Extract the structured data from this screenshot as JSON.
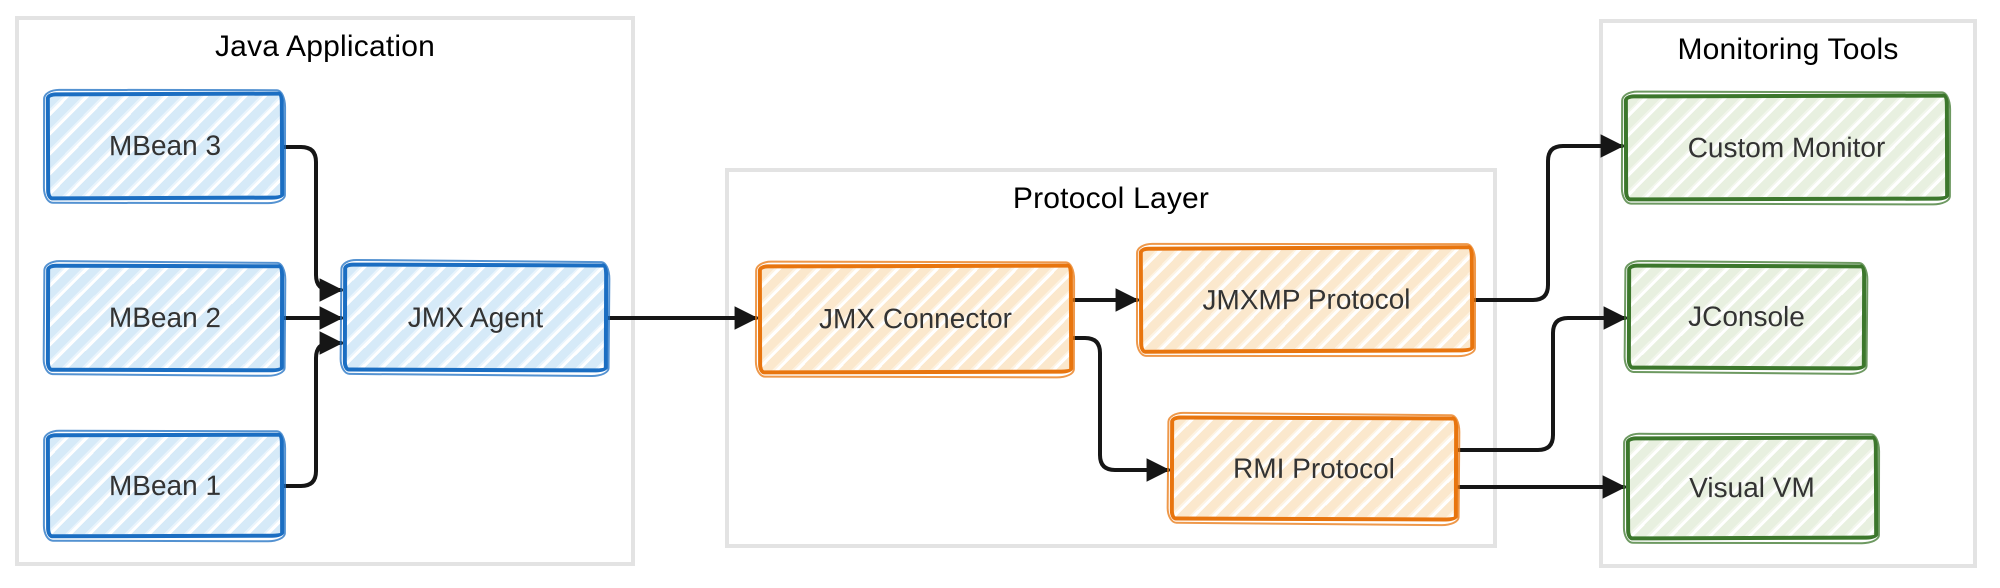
{
  "groups": [
    {
      "id": "java-application",
      "title": "Java Application",
      "nodes": [
        {
          "id": "mbean-3",
          "label": "MBean 3"
        },
        {
          "id": "mbean-2",
          "label": "MBean 2"
        },
        {
          "id": "mbean-1",
          "label": "MBean 1"
        },
        {
          "id": "jmx-agent",
          "label": "JMX Agent"
        }
      ]
    },
    {
      "id": "protocol-layer",
      "title": "Protocol Layer",
      "nodes": [
        {
          "id": "jmx-connector",
          "label": "JMX Connector"
        },
        {
          "id": "jmxmp-protocol",
          "label": "JMXMP Protocol"
        },
        {
          "id": "rmi-protocol",
          "label": "RMI Protocol"
        }
      ]
    },
    {
      "id": "monitoring-tools",
      "title": "Monitoring Tools",
      "nodes": [
        {
          "id": "custom-monitor",
          "label": "Custom Monitor"
        },
        {
          "id": "jconsole",
          "label": "JConsole"
        },
        {
          "id": "visual-vm",
          "label": "Visual VM"
        }
      ]
    }
  ],
  "edges": [
    {
      "from": "mbean-3",
      "to": "jmx-agent"
    },
    {
      "from": "mbean-2",
      "to": "jmx-agent"
    },
    {
      "from": "mbean-1",
      "to": "jmx-agent"
    },
    {
      "from": "jmx-agent",
      "to": "jmx-connector"
    },
    {
      "from": "jmx-connector",
      "to": "jmxmp-protocol"
    },
    {
      "from": "jmx-connector",
      "to": "rmi-protocol"
    },
    {
      "from": "jmxmp-protocol",
      "to": "custom-monitor"
    },
    {
      "from": "rmi-protocol",
      "to": "jconsole"
    },
    {
      "from": "rmi-protocol",
      "to": "visual-vm"
    }
  ],
  "colors": {
    "blue_border": "#1b6ec2",
    "blue_fill": "#d6eaf8",
    "orange_border": "#e8750e",
    "orange_fill": "#fbe8cd",
    "green_border": "#3c772c",
    "green_fill": "#e8f0e0",
    "container_border": "#e3e3e3",
    "arrow": "#161616",
    "title_text": "#000000",
    "label_text": "#333333"
  }
}
